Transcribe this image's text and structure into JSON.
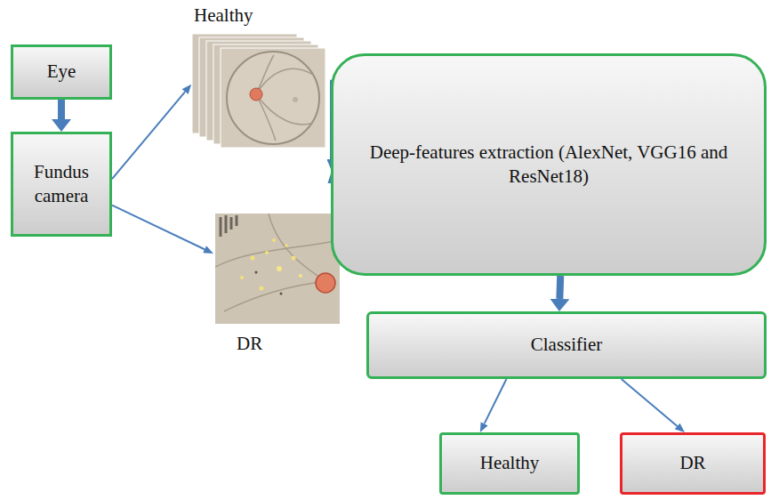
{
  "diagram": {
    "nodes": [
      {
        "text": [
          "Eye"
        ]
      },
      {
        "text": [
          "Fundus camera"
        ]
      },
      {
        "text": [
          "Healthy"
        ]
      },
      {
        "text": [
          "DR"
        ]
      },
      {
        "text": [
          "Deep-features extraction (AlexNet, VGG16 and ResNet18)"
        ]
      },
      {
        "text": [
          "Classifier"
        ]
      },
      {
        "text": [
          "Healthy"
        ]
      },
      {
        "text": [
          "DR"
        ]
      }
    ],
    "edges": [
      {
        "from": 0,
        "to": 1,
        "arrow": "to"
      },
      {
        "from": 1,
        "to": 2,
        "arrow": "to"
      },
      {
        "from": 1,
        "to": 3,
        "arrow": "to"
      },
      {
        "from": 2,
        "to": 4,
        "arrow": "to"
      },
      {
        "from": 3,
        "to": 4,
        "arrow": "to"
      },
      {
        "from": 4,
        "to": 5,
        "arrow": "to"
      },
      {
        "from": 5,
        "to": 6,
        "arrow": "to"
      },
      {
        "from": 5,
        "to": 7,
        "arrow": "to"
      }
    ]
  }
}
